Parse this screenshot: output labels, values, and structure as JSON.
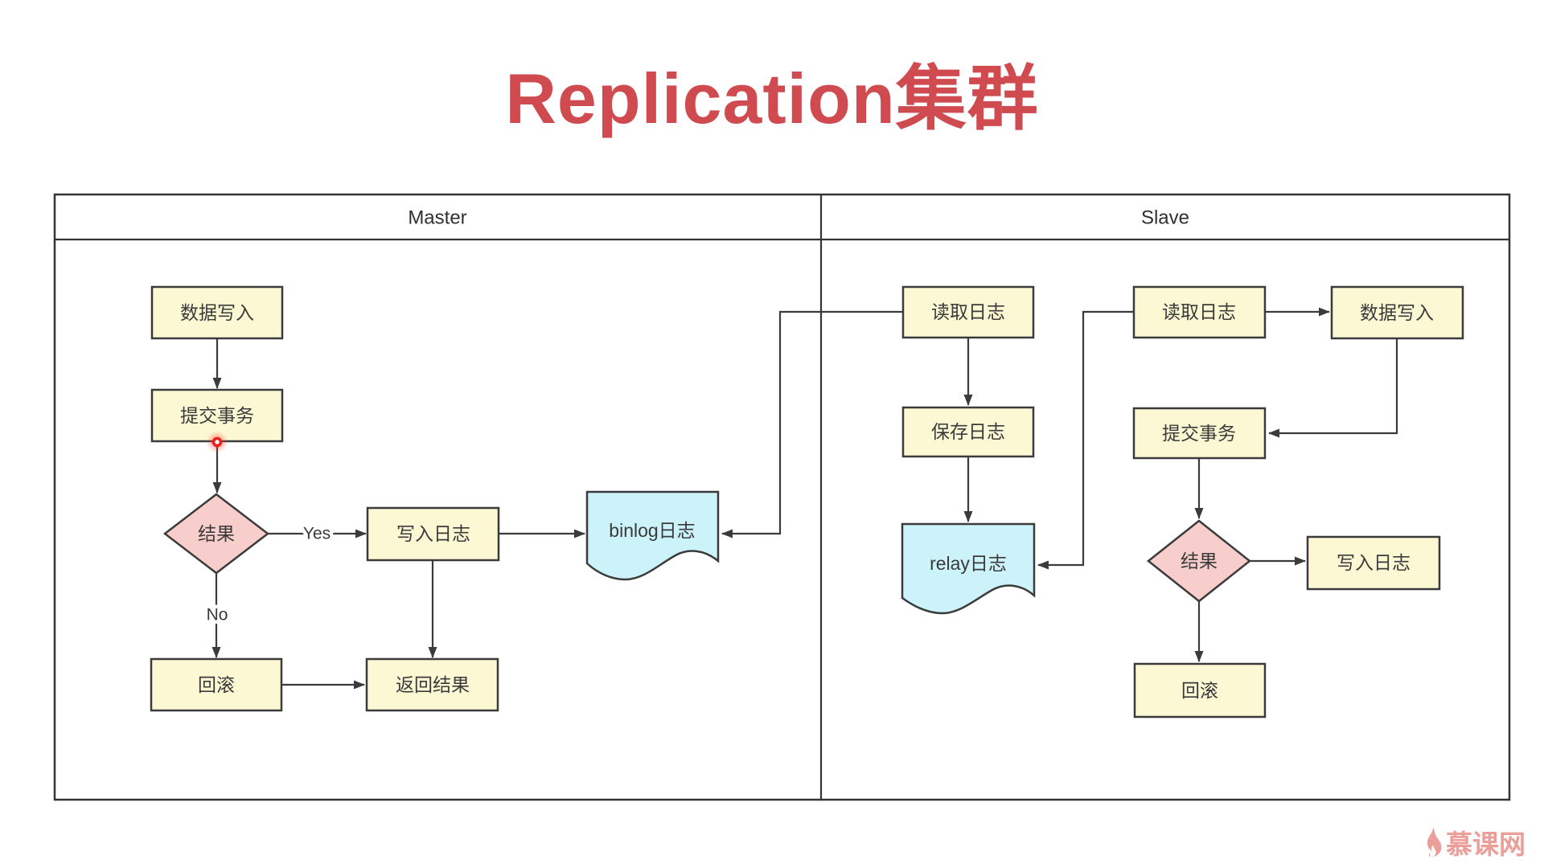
{
  "title": "Replication集群",
  "colors": {
    "title": "#cf4b50",
    "node_fill_yellow": "#fcf8d4",
    "node_fill_pink": "#f8cecc",
    "node_fill_blue": "#ccf2fa",
    "stroke": "#3b3b3b",
    "pointer_red": "#e8211d",
    "logo_pink": "#ec9e98"
  },
  "lanes": {
    "master": {
      "label": "Master"
    },
    "slave": {
      "label": "Slave"
    }
  },
  "master": {
    "data_write": "数据写入",
    "commit_tx": "提交事务",
    "result": "结果",
    "write_log": "写入日志",
    "binlog": "binlog日志",
    "rollback": "回滚",
    "return_result": "返回结果",
    "label_yes": "Yes",
    "label_no": "No"
  },
  "slave": {
    "read_log_io": "读取日志",
    "save_log": "保存日志",
    "relay_log": "relay日志",
    "read_log_sql": "读取日志",
    "data_write": "数据写入",
    "commit_tx": "提交事务",
    "result": "结果",
    "write_log": "写入日志",
    "rollback": "回滚"
  },
  "watermark": {
    "brand": "慕课网"
  }
}
